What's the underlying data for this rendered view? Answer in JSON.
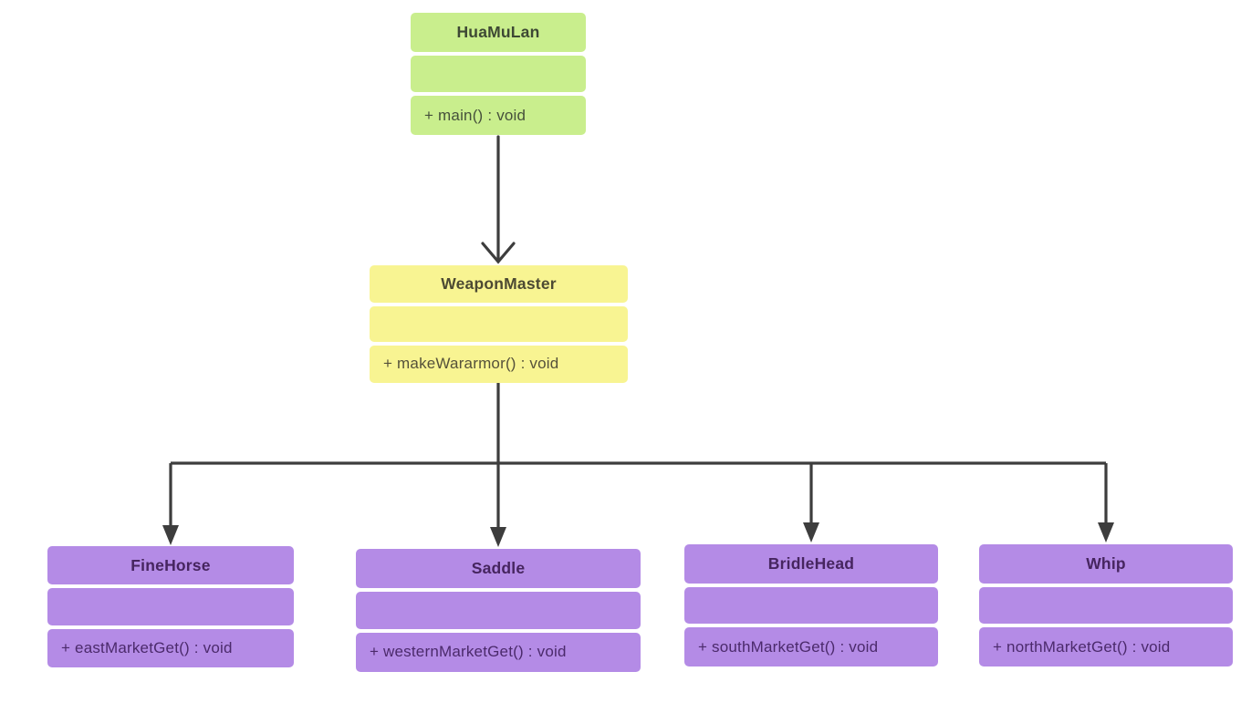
{
  "diagram": {
    "type": "uml-class-diagram",
    "background_color": "#ffffff",
    "connector_color": "#3d3d3d",
    "classes": [
      {
        "name": "HuaMuLan",
        "attributes": "",
        "methods": [
          "+ main() : void"
        ],
        "fill": "#c9ee8d"
      },
      {
        "name": "WeaponMaster",
        "attributes": "",
        "methods": [
          "+ makeWararmor() : void"
        ],
        "fill": "#f8f492"
      },
      {
        "name": "FineHorse",
        "attributes": "",
        "methods": [
          "+ eastMarketGet() : void"
        ],
        "fill": "#b48be6"
      },
      {
        "name": "Saddle",
        "attributes": "",
        "methods": [
          "+ westernMarketGet() : void"
        ],
        "fill": "#b48be6"
      },
      {
        "name": "BridleHead",
        "attributes": "",
        "methods": [
          "+ southMarketGet() : void"
        ],
        "fill": "#b48be6"
      },
      {
        "name": "Whip",
        "attributes": "",
        "methods": [
          "+ northMarketGet() : void"
        ],
        "fill": "#b48be6"
      }
    ],
    "relations": [
      {
        "from": "HuaMuLan",
        "to": "WeaponMaster",
        "arrow": "open"
      },
      {
        "from": "WeaponMaster",
        "to": "FineHorse",
        "arrow": "filled"
      },
      {
        "from": "WeaponMaster",
        "to": "Saddle",
        "arrow": "filled"
      },
      {
        "from": "WeaponMaster",
        "to": "BridleHead",
        "arrow": "filled"
      },
      {
        "from": "WeaponMaster",
        "to": "Whip",
        "arrow": "filled"
      }
    ]
  }
}
